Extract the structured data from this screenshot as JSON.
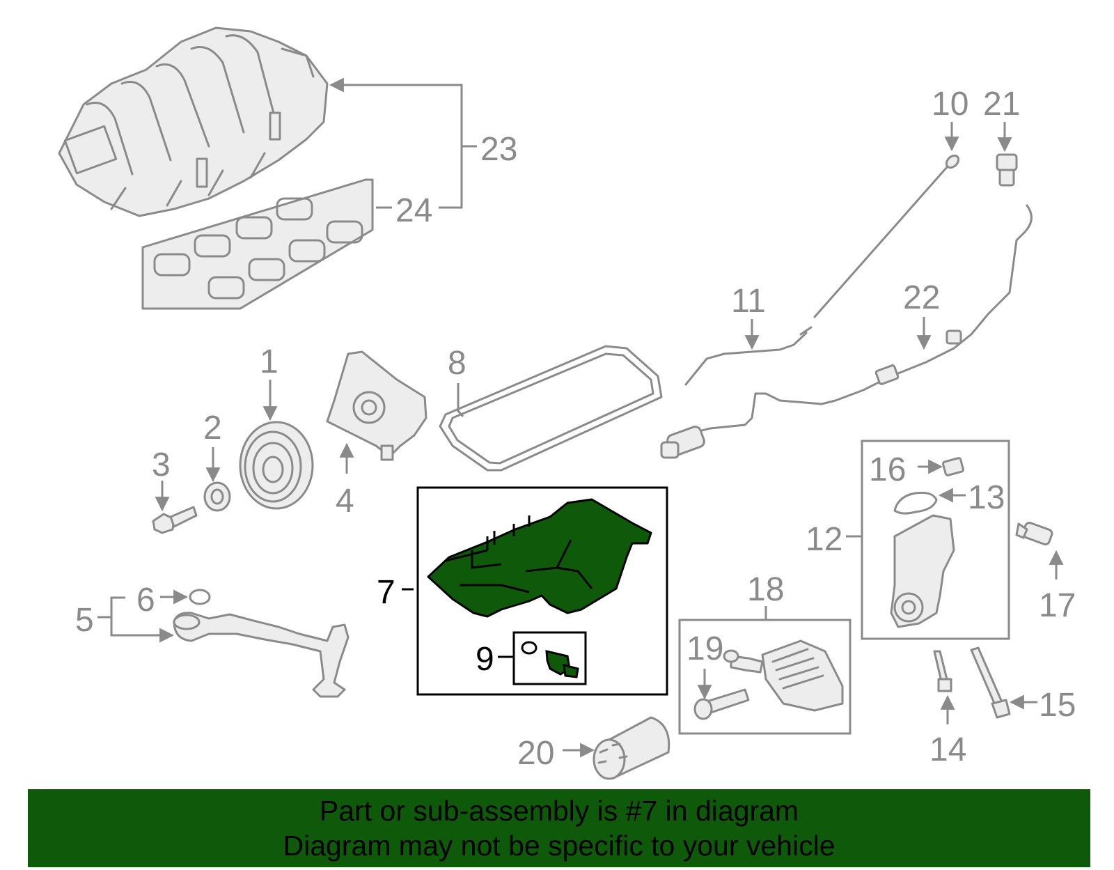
{
  "callouts": {
    "c1": "1",
    "c2": "2",
    "c3": "3",
    "c4": "4",
    "c5": "5",
    "c6": "6",
    "c7": "7",
    "c8": "8",
    "c9": "9",
    "c10": "10",
    "c11": "11",
    "c12": "12",
    "c13": "13",
    "c14": "14",
    "c15": "15",
    "c16": "16",
    "c17": "17",
    "c18": "18",
    "c19": "19",
    "c20": "20",
    "c21": "21",
    "c22": "22",
    "c23": "23",
    "c24": "24"
  },
  "highlighted_part": "7",
  "colors": {
    "highlight": "#0f5a0a",
    "line_art": "#8a8a8a",
    "highlight_outline": "#000000"
  },
  "banner": {
    "line1": "Part or sub-assembly is #7 in diagram",
    "line2": "Diagram may not be specific to your vehicle"
  }
}
